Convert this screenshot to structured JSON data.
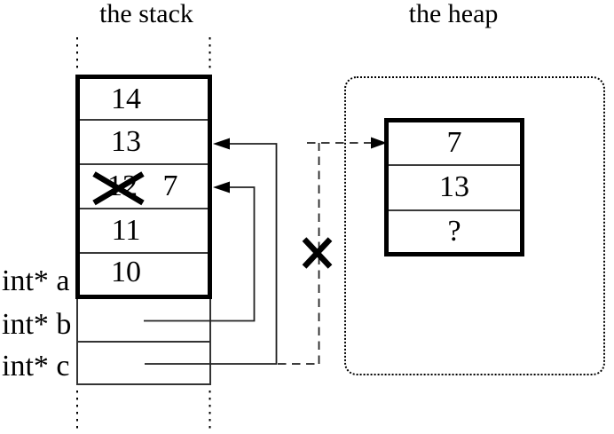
{
  "colors": {
    "ink": "#000000",
    "background": "#ffffff"
  },
  "stack": {
    "title": "the stack",
    "rows": [
      {
        "value": "14"
      },
      {
        "value": "13"
      },
      {
        "value": "12",
        "crossed_out": true,
        "new_value": "7"
      },
      {
        "value": "11"
      },
      {
        "value": "10"
      }
    ],
    "pointer_labels": [
      "int* a",
      "int* b",
      "int* c"
    ]
  },
  "heap": {
    "title": "the heap",
    "cells": [
      "7",
      "13",
      "?"
    ]
  }
}
